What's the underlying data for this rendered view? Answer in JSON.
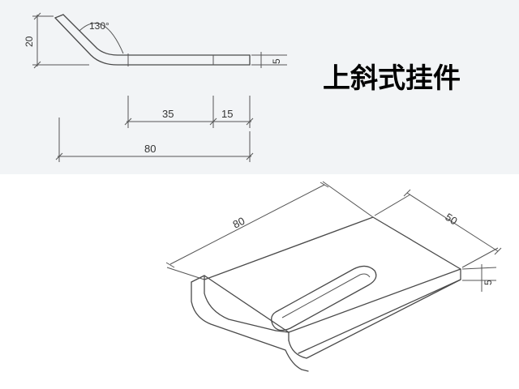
{
  "title": "上斜式挂件",
  "side_view": {
    "angle": "130°",
    "height": "20",
    "thickness": "5",
    "segment_a": "35",
    "segment_b": "15",
    "total_length": "80"
  },
  "iso_view": {
    "length": "80",
    "width": "50",
    "thickness": "5"
  }
}
